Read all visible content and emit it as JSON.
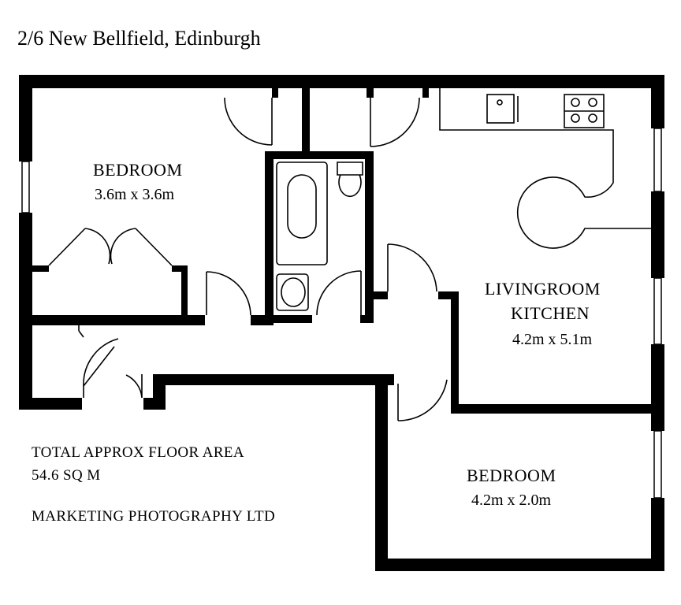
{
  "title": "2/6 New Bellfield, Edinburgh",
  "rooms": {
    "bedroom1": {
      "name": "BEDROOM",
      "size": "3.6m x 3.6m"
    },
    "living": {
      "name_line1": "LIVINGROOM",
      "name_line2": "KITCHEN",
      "size": "4.2m x 5.1m"
    },
    "bedroom2": {
      "name": "BEDROOM",
      "size": "4.2m x 2.0m"
    }
  },
  "notes": {
    "area_label": "TOTAL APPROX FLOOR AREA",
    "area_value": "54.6 SQ M",
    "company": "MARKETING PHOTOGRAPHY LTD"
  },
  "colors": {
    "wall": "#000000",
    "background": "#ffffff"
  }
}
